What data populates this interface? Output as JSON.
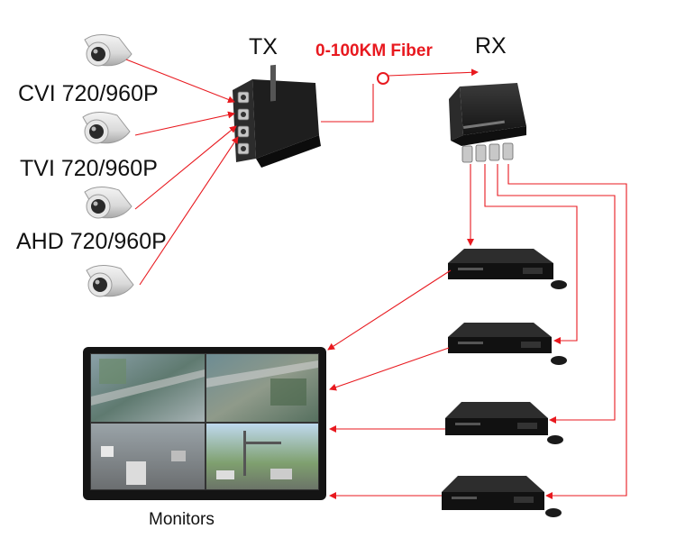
{
  "labels": {
    "tx": "TX",
    "rx": "RX",
    "fiber": "0-100KM Fiber",
    "cvi": "CVI 720/960P",
    "tvi": "TVI 720/960P",
    "ahd": "AHD 720/960P",
    "monitors": "Monitors"
  },
  "colors": {
    "arrow": "#e8191f",
    "device": "#1b1b1b",
    "fiber_text": "#e8191f"
  }
}
